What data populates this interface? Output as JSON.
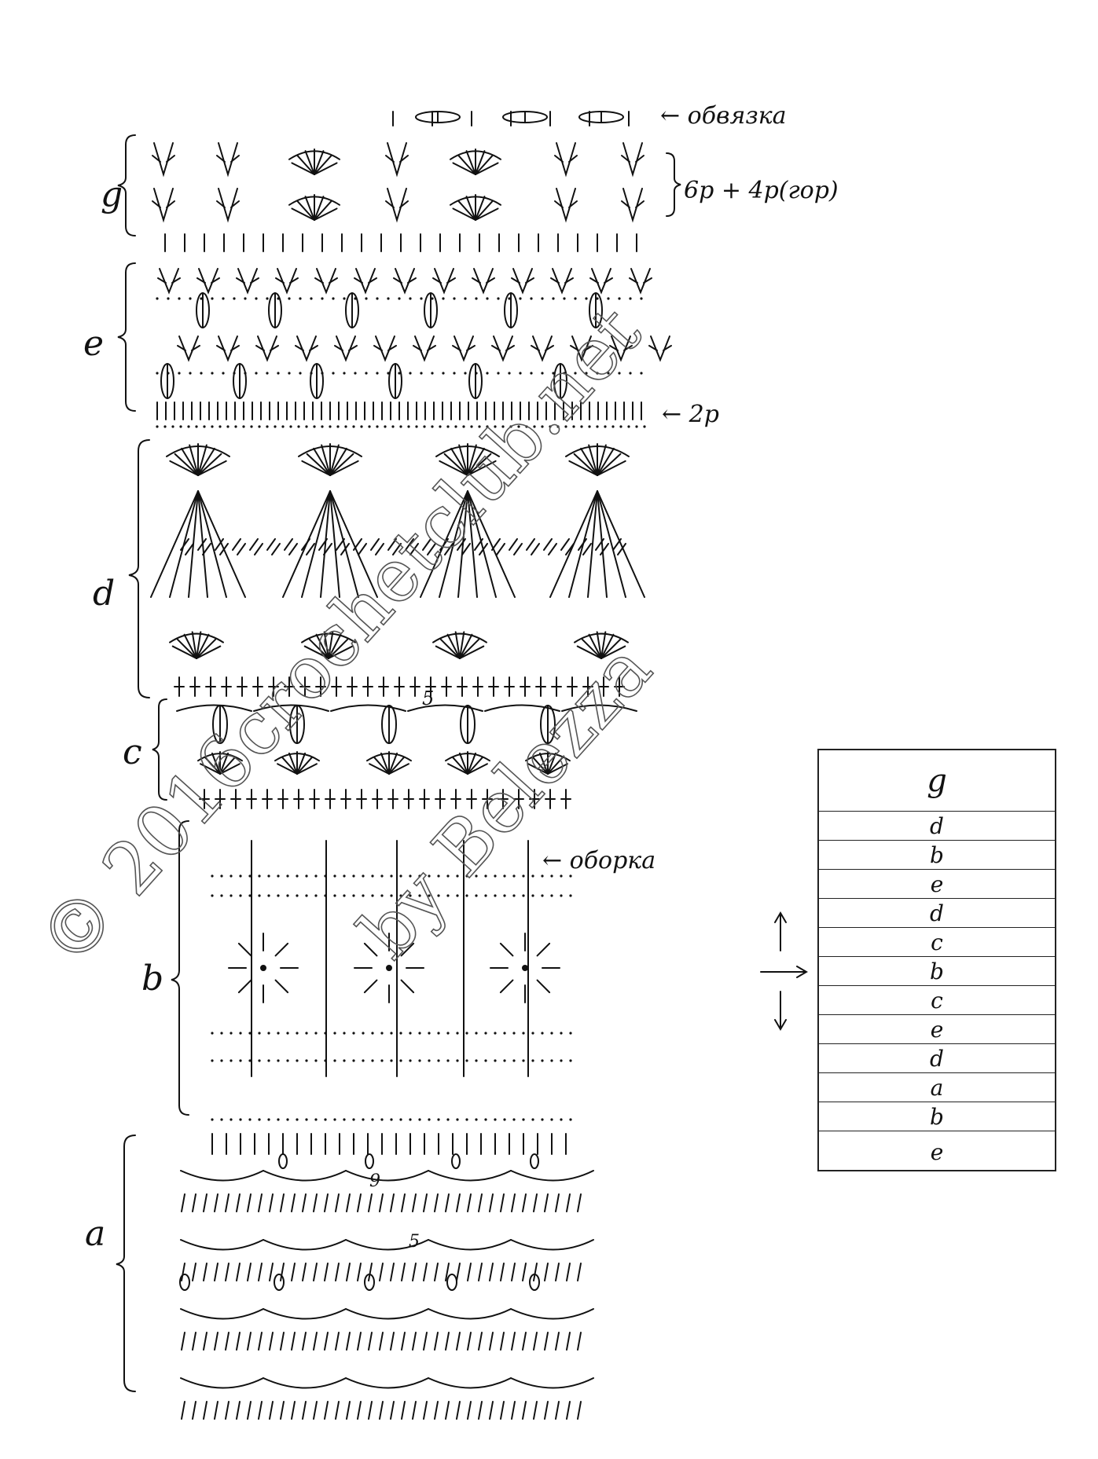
{
  "sections": {
    "g": "g",
    "e": "e",
    "d": "d",
    "c": "c",
    "b": "b",
    "a": "a"
  },
  "annotations": {
    "obvyazka": "← обвязка",
    "rows_g": "6р + 4р(гор)",
    "two_rows": "← 2р",
    "oborka": "← оборка",
    "num5_c": "5",
    "num9_a": "9",
    "num5_a": "5"
  },
  "watermark": {
    "line1": "© 2016crochetclub.net",
    "line2": "by Belezza"
  },
  "legend": {
    "rows": [
      "g",
      "d",
      "b",
      "e",
      "d",
      "c",
      "b",
      "c",
      "e",
      "d",
      "a",
      "b",
      "e"
    ]
  }
}
